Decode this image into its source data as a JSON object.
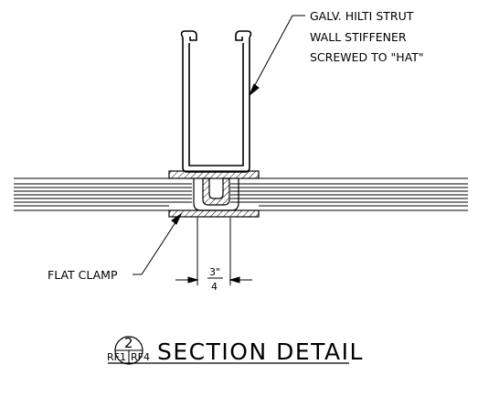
{
  "notes": {
    "strut_callout": [
      "GALV. HILTI STRUT",
      "WALL STIFFENER",
      "SCREWED TO \"HAT\""
    ],
    "clamp_callout": "FLAT CLAMP"
  },
  "dimension": {
    "numerator": "3\"",
    "denominator": "4"
  },
  "title_block": {
    "detail_number": "2",
    "ref_left": "RF1",
    "ref_right": "RF4",
    "title": "SECTION DETAIL"
  }
}
